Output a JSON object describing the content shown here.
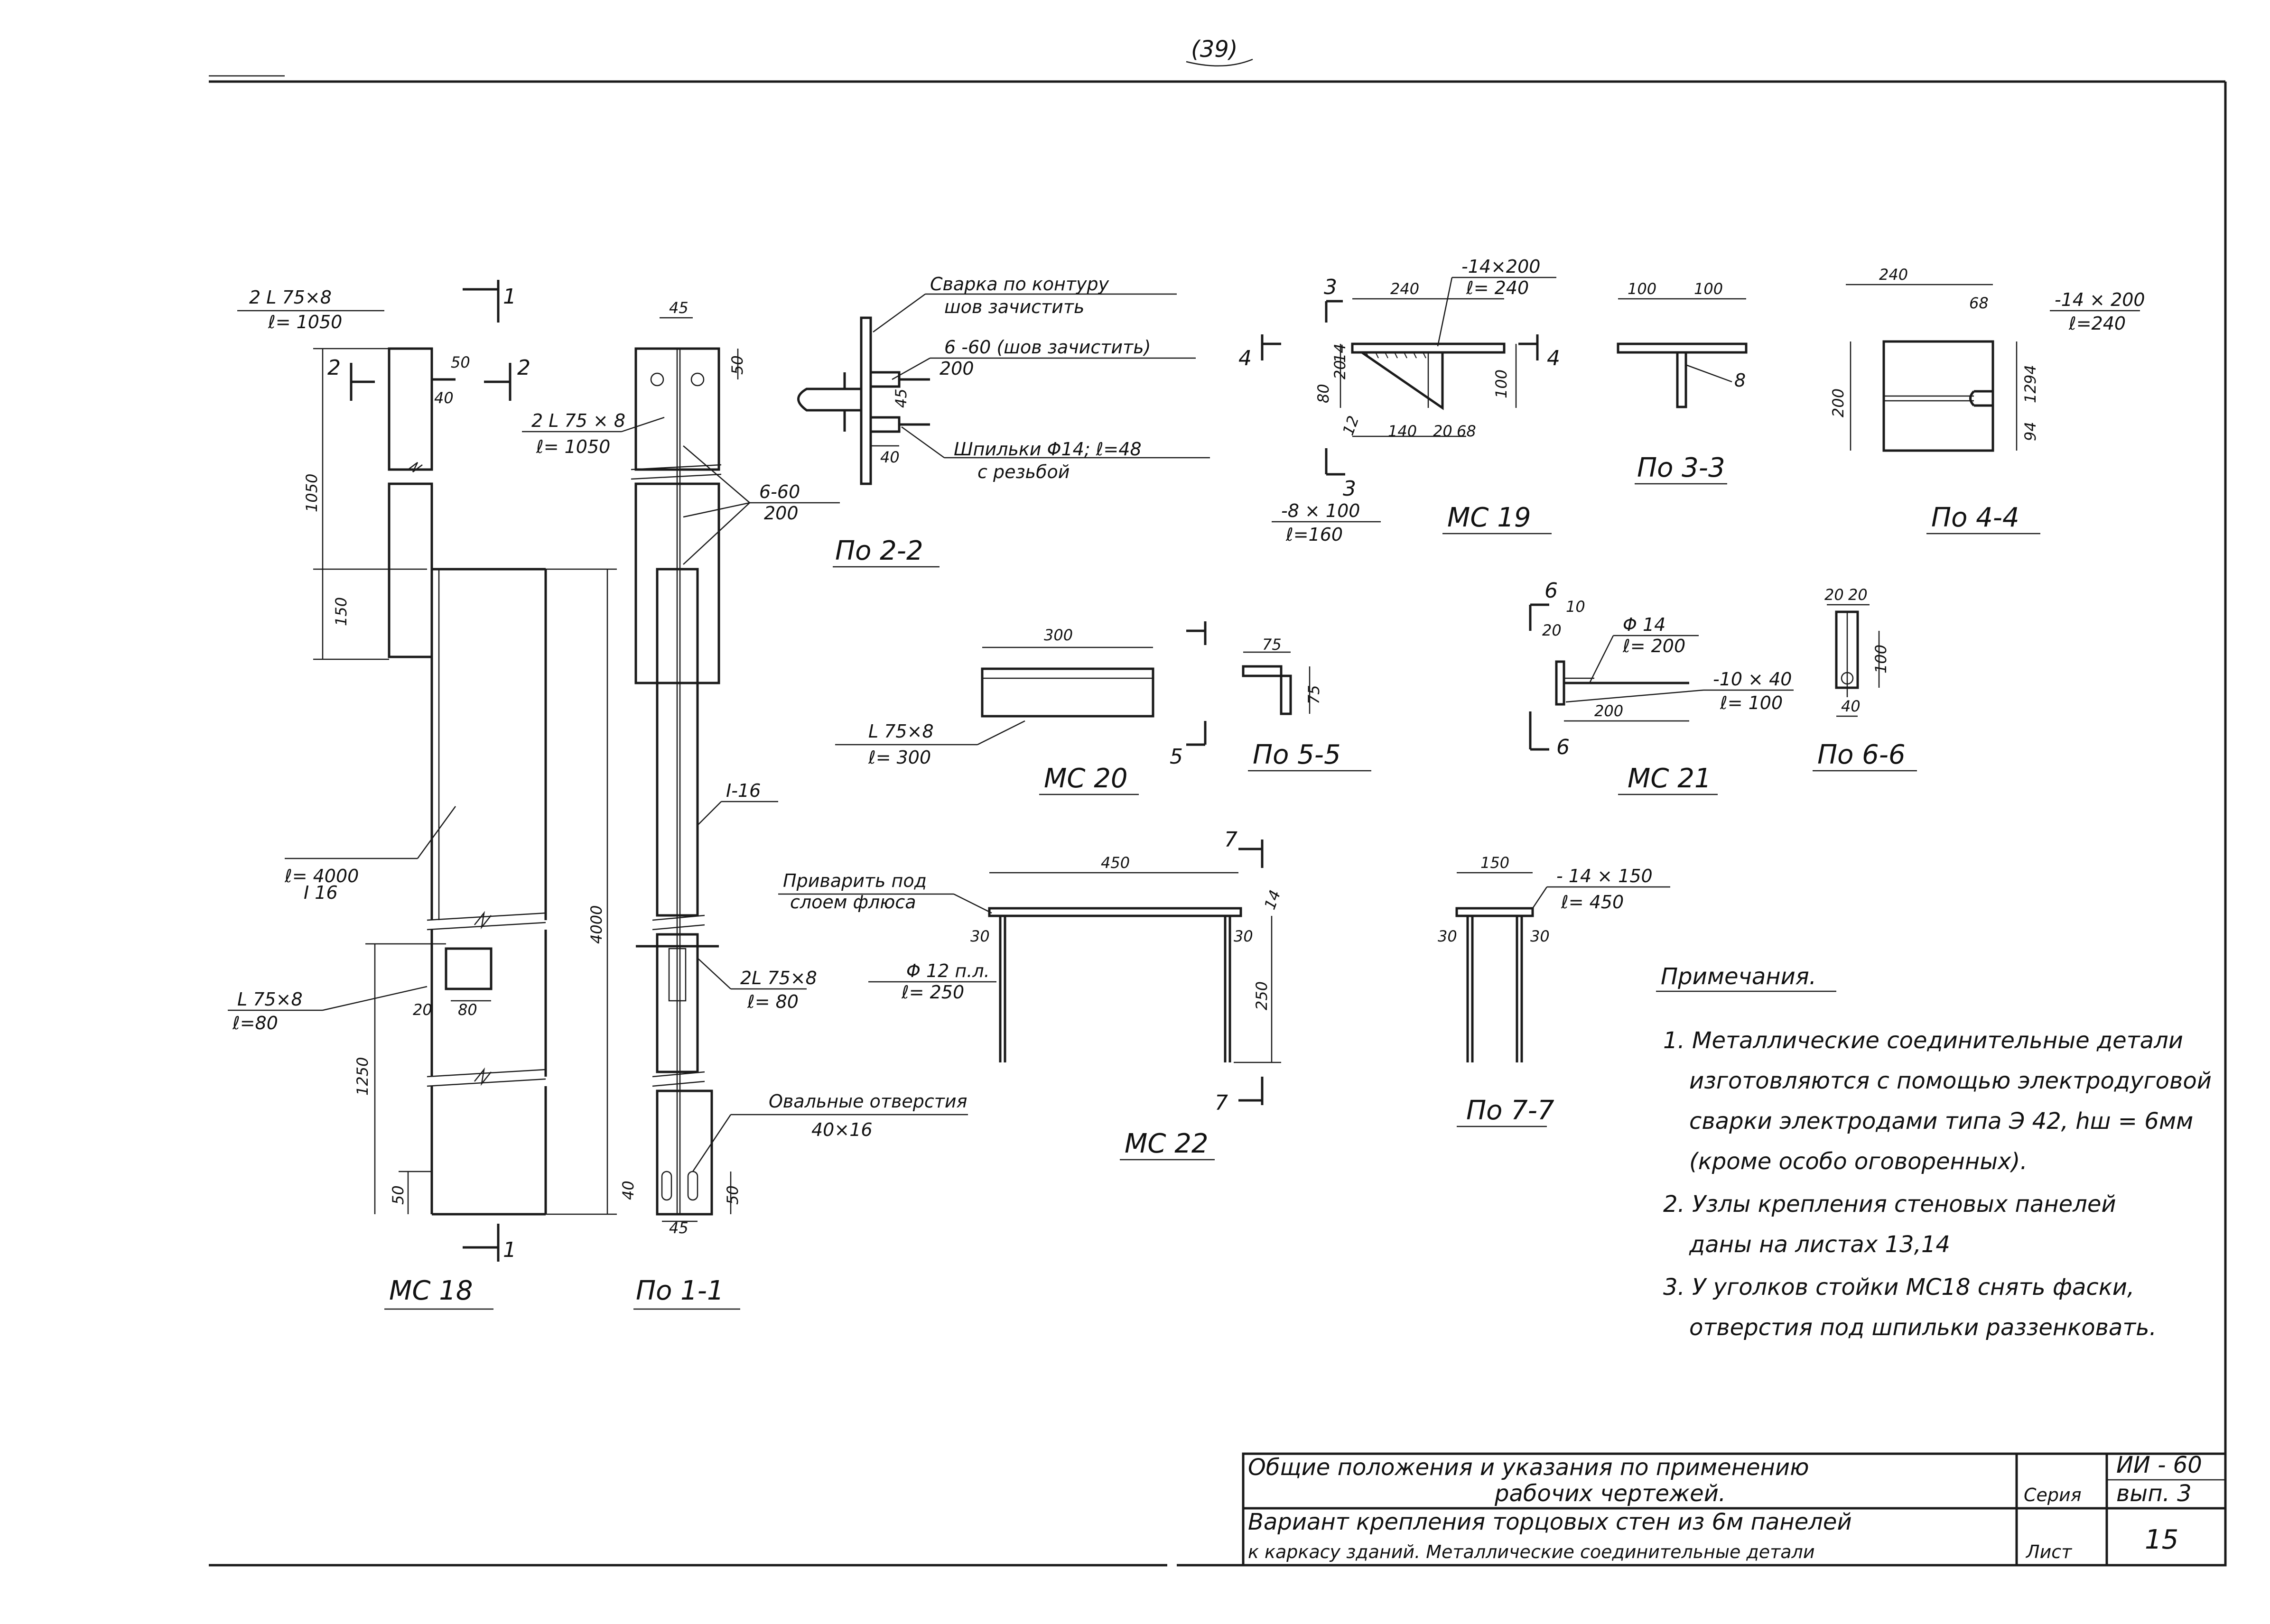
{
  "page_number": "(39)",
  "mc18": {
    "title": "МС 18",
    "angle_label_top": "2 L 75×8",
    "angle_len_top": "ℓ= 1050",
    "section_1": "1",
    "section_2": "2",
    "dim_1050": "1050",
    "dim_150": "150",
    "dim_50_top": "50",
    "dim_40_top": "40",
    "beam_label": "I  16",
    "beam_len": "ℓ= 4000",
    "angle_label_bot": "L 75×8",
    "angle_len_bot": "ℓ=80",
    "dim_1250": "1250",
    "dim_20": "20",
    "dim_80": "80",
    "dim_50_bot": "50",
    "dim_4000": "4000"
  },
  "view_1_1": {
    "title": "По 1-1",
    "dim_45_top": "45",
    "dim_50": "50",
    "angle_label": "2 L 75 × 8",
    "angle_len": "ℓ= 1050",
    "weld_label": "6-60",
    "weld_pitch": "200",
    "beam_label": "I-16",
    "angle_label_bot": "2L 75×8",
    "angle_len_bot": "ℓ= 80",
    "holes_label": "Овальные отверстия",
    "holes_size": "40×16",
    "dim_40": "40",
    "dim_50_bot": "50",
    "dim_45_bot": "45"
  },
  "view_2_2": {
    "title": "По 2-2",
    "note_1": "Сварка по контуру",
    "note_1b": "шов зачистить",
    "note_2": "6 -60 (шов зачистить)",
    "note_2b": "200",
    "note_3": "Шпильки  Φ14; ℓ=48",
    "note_3b": "с резьбой",
    "dim_40": "40",
    "dim_45": "45"
  },
  "mc19": {
    "title": "МС 19",
    "dim_240": "240",
    "plate_top": "-14×200",
    "plate_top_len": "ℓ= 240",
    "dim_14": "14",
    "dim_20": "20",
    "dim_80": "80",
    "dim_100": "100",
    "dim_12": "12",
    "dim_140": "140",
    "dim_20b": "20",
    "dim_68": "68",
    "plate_bot": "-8 × 100",
    "plate_bot_len": "ℓ=160",
    "sec_3": "3",
    "sec_4": "4"
  },
  "view_3_3": {
    "title": "По 3-3",
    "dim_100a": "100",
    "dim_100b": "100",
    "dim_8": "8"
  },
  "view_4_4": {
    "title": "По  4-4",
    "dim_240": "240",
    "dim_68": "68",
    "plate": "-14 × 200",
    "plate_len": "ℓ=240",
    "dim_200": "200",
    "dim_94a": "94",
    "dim_12": "12",
    "dim_94b": "94"
  },
  "mc20": {
    "title": "МС 20",
    "dim_300": "300",
    "angle": "L 75×8",
    "angle_len": "ℓ= 300",
    "sec_5": "5"
  },
  "view_5_5": {
    "title": "По 5-5",
    "dim_75a": "75",
    "dim_75b": "75"
  },
  "mc21": {
    "title": "МС 21",
    "sec_6": "6",
    "dim_10": "10",
    "dim_20": "20",
    "rod": "Φ 14",
    "rod_len": "ℓ= 200",
    "plate": "-10 × 40",
    "plate_len": "ℓ= 100",
    "dim_200": "200"
  },
  "view_6_6": {
    "title": "По 6-6",
    "dim_20a": "20",
    "dim_20b": "20",
    "dim_100": "100",
    "dim_40": "40"
  },
  "mc22": {
    "title": "МС 22",
    "weld_note": "Приварить под",
    "weld_note_b": "слоем флюса",
    "dim_450": "450",
    "dim_14": "14",
    "dim_30a": "30",
    "dim_30b": "30",
    "rod": "Φ 12 п.л.",
    "rod_len": "ℓ= 250",
    "dim_250": "250",
    "sec_7": "7"
  },
  "view_7_7": {
    "title": "По 7-7",
    "dim_150": "150",
    "plate": "- 14 × 150",
    "plate_len": "ℓ= 450",
    "dim_30a": "30",
    "dim_30b": "30"
  },
  "notes": {
    "heading": "Примечания.",
    "lines": [
      "1. Металлические  соединительные детали",
      "изготовляются  с помощью  электродуговой",
      "сварки электродами типа  Э 42, hш = 6мм",
      "(кроме  особо  оговоренных).",
      "2. Узлы  крепления  стеновых  панелей",
      "даны  на листах  13,14",
      "3. У уголков  стойки  МС18  снять  фаски,",
      "отверстия  под шпильки  раззенковать."
    ]
  },
  "title_block": {
    "row1": "Общие  положения   и  указания   по  применению",
    "row1b": "рабочих   чертежей.",
    "row2": "Вариант   крепления  торцовых  стен  из 6м панелей",
    "row2b": "к каркасу  зданий.  Металлические  соединительные  детали",
    "series_label": "Серия",
    "series_value": "ИИ - 60",
    "issue": "вып. 3",
    "sheet_label": "Лист",
    "sheet_value": "15"
  }
}
